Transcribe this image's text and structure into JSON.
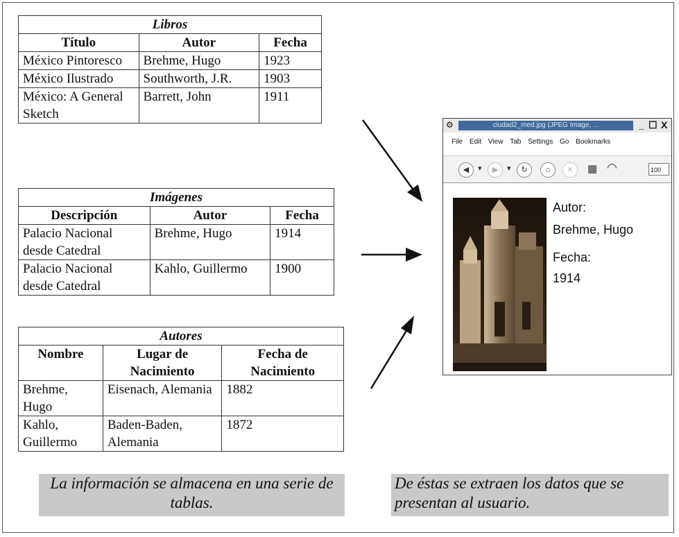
{
  "libros": {
    "title": "Libros",
    "headers": [
      "Título",
      "Autor",
      "Fecha"
    ],
    "rows": [
      [
        "México Pintoresco",
        "Brehme, Hugo",
        "1923"
      ],
      [
        "México Ilustrado",
        "Southworth, J.R.",
        "1903"
      ],
      [
        "México: A General Sketch",
        "Barrett, John",
        "1911"
      ]
    ]
  },
  "imagenes": {
    "title": "Imágenes",
    "headers": [
      "Descripción",
      "Autor",
      "Fecha"
    ],
    "rows": [
      [
        "Palacio Nacional desde Catedral",
        "Brehme, Hugo",
        "1914"
      ],
      [
        "Palacio Nacional desde Catedral",
        "Kahlo, Guillermo",
        "1900"
      ]
    ]
  },
  "autores": {
    "title": "Autores",
    "headers": [
      "Nombre",
      "Lugar de Nacimiento",
      "Fecha de Nacimiento"
    ],
    "rows": [
      [
        "Brehme, Hugo",
        "Eisenach, Alemania",
        "1882"
      ],
      [
        "Kahlo, Guillermo",
        "Baden-Baden, Alemania",
        "1872"
      ]
    ]
  },
  "browser": {
    "window_title": "ciudad2_med.jpg (JPEG Image, ...",
    "menu": [
      "File",
      "Edit",
      "View",
      "Tab",
      "Settings",
      "Go",
      "Bookmarks"
    ],
    "zoom": "100",
    "author_label": "Autor:",
    "author_value": "Brehme, Hugo",
    "date_label": "Fecha:",
    "date_value": "1914"
  },
  "captions": {
    "left": "La información se almacena en una serie de tablas.",
    "right": "De éstas se extraen los datos que se presentan al usuario."
  }
}
